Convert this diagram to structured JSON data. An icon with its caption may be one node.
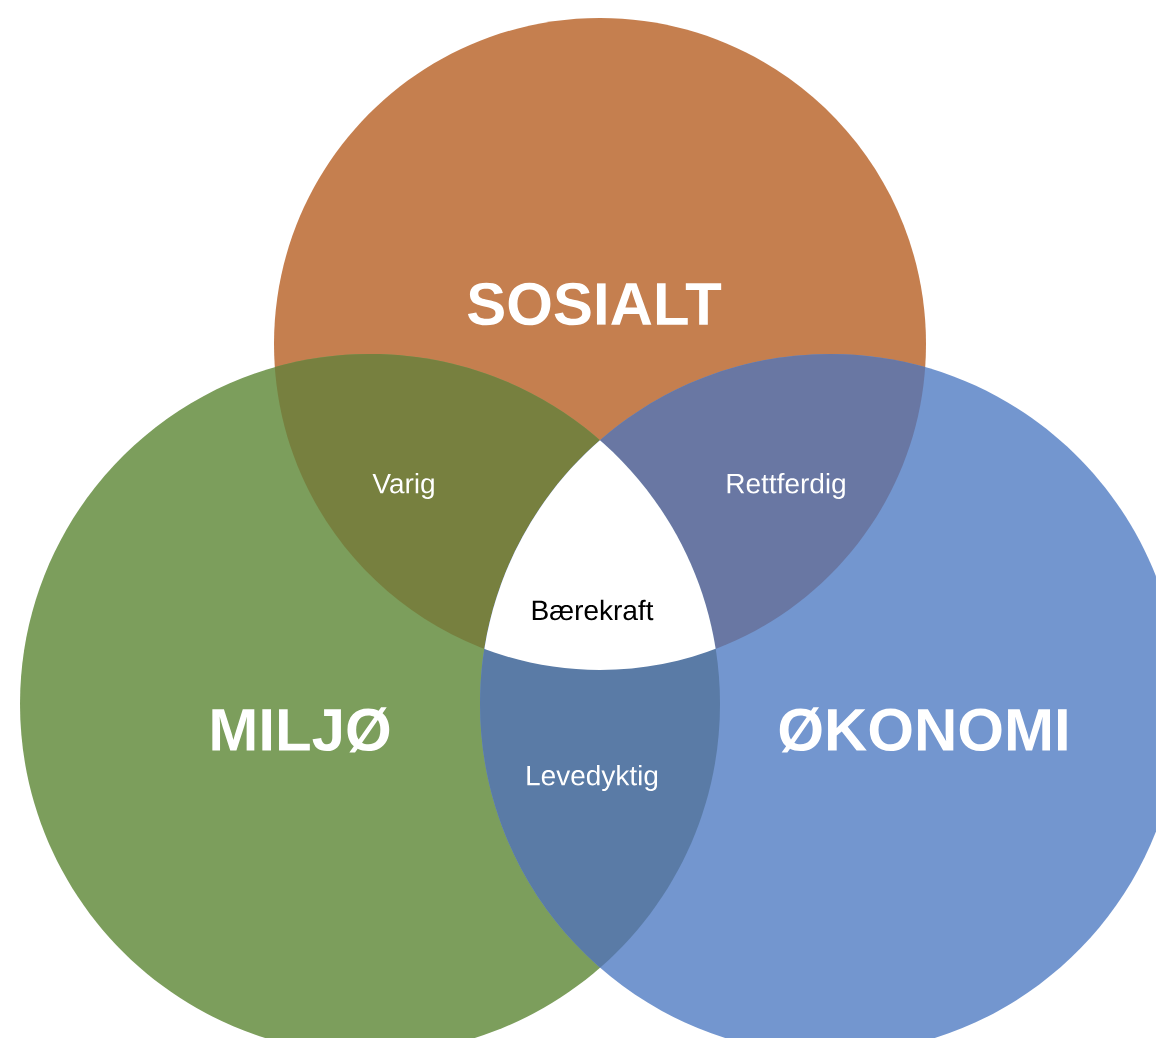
{
  "diagram": {
    "nodes": [
      {
        "text": [
          "SOSIALT"
        ]
      },
      {
        "text": [
          "MILJØ"
        ]
      },
      {
        "text": [
          "ØKONOMI"
        ]
      },
      {
        "text": [
          "Varig"
        ]
      },
      {
        "text": [
          "Rettferdig"
        ]
      },
      {
        "text": [
          "Levedyktig"
        ]
      },
      {
        "text": [
          "Bærekraft"
        ]
      }
    ]
  }
}
